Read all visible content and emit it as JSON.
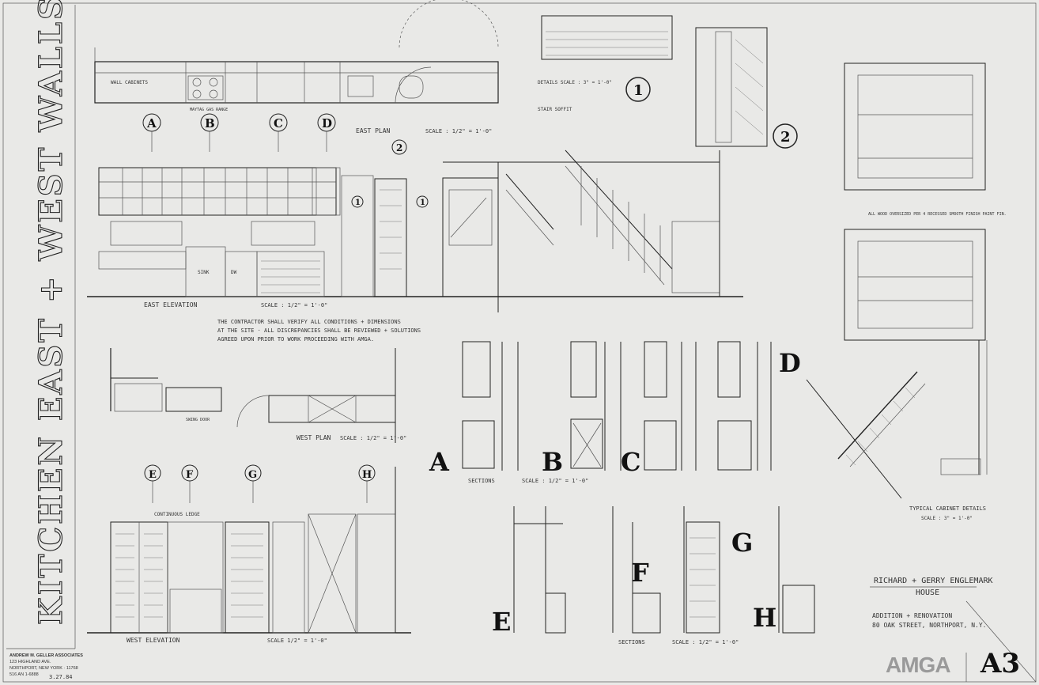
{
  "sheet": {
    "vertical_title": "KITCHEN EAST + WEST WALLS",
    "sheet_number": "A3",
    "logo": "AMGA"
  },
  "firm": {
    "name": "ANDREW M. GELLER ASSOCIATES",
    "address1": "123 HIGHLAND AVE.",
    "address2": "NORTHPORT, NEW YORK · 11768",
    "phone": "516 AN 1-6888",
    "date": "3.27.84"
  },
  "project": {
    "client": "RICHARD + GERRY ENGLEMARK",
    "building": "HOUSE",
    "scope": "ADDITION + RENOVATION",
    "address": "80 OAK STREET, NORTHPORT, N.Y."
  },
  "drawings": {
    "east_plan": {
      "title": "EAST PLAN",
      "scale": "SCALE : 1/2\" = 1'-0\""
    },
    "east_elevation": {
      "title": "EAST ELEVATION",
      "scale": "SCALE : 1/2\" = 1'-0\""
    },
    "west_plan": {
      "title": "WEST PLAN",
      "scale": "SCALE : 1/2\" = 1'-0\""
    },
    "west_elevation": {
      "title": "WEST ELEVATION",
      "scale": "SCALE 1/2\" = 1'-0\""
    },
    "detail_1": {
      "title": "DETAILS SCALE : 3\" = 1'-0\""
    },
    "sections_abcd": {
      "title": "SECTIONS",
      "scale": "SCALE : 1/2\" = 1'-0\""
    },
    "sections_efgh": {
      "title": "SECTIONS",
      "scale": "SCALE : 1/2\" = 1'-0\""
    },
    "typical_cabinet": {
      "title": "TYPICAL CABINET DETAILS",
      "scale": "SCALE : 3\" = 1'-0\""
    }
  },
  "notes": {
    "general_1": "THE CONTRACTOR SHALL VERIFY ALL CONDITIONS + DIMENSIONS",
    "general_2": "AT THE SITE · ALL DISCREPANCIES SHALL BE REVIEWED + SOLUTIONS",
    "general_3": "AGREED UPON PRIOR TO WORK PROCEEDING WITH AMGA."
  },
  "callouts": {
    "east_letters": [
      "A",
      "B",
      "C",
      "D"
    ],
    "west_letters": [
      "E",
      "F",
      "G",
      "H"
    ],
    "section_letters_abcd": [
      "A",
      "B",
      "C",
      "D"
    ],
    "section_letters_efgh": [
      "E",
      "F",
      "G",
      "H"
    ],
    "detail_nums": [
      "1",
      "2"
    ],
    "elev_marker_2": "2",
    "elev_marker_1a": "1",
    "elev_marker_1b": "1"
  },
  "labels": {
    "wall_cabinets": "WALL CABINETS",
    "maytag": "MAYTAG GAS RANGE",
    "sink": "SINK",
    "dw": "DW",
    "stair_soffit": "STAIR SOFFIT",
    "continuous_ledge": "CONTINUOUS LEDGE",
    "swing_door": "SWING DOOR",
    "west_label": "ALL WOOD OVERSIZED PER 4 RECESSED SMOOTH FINISH PAINT FIN."
  }
}
